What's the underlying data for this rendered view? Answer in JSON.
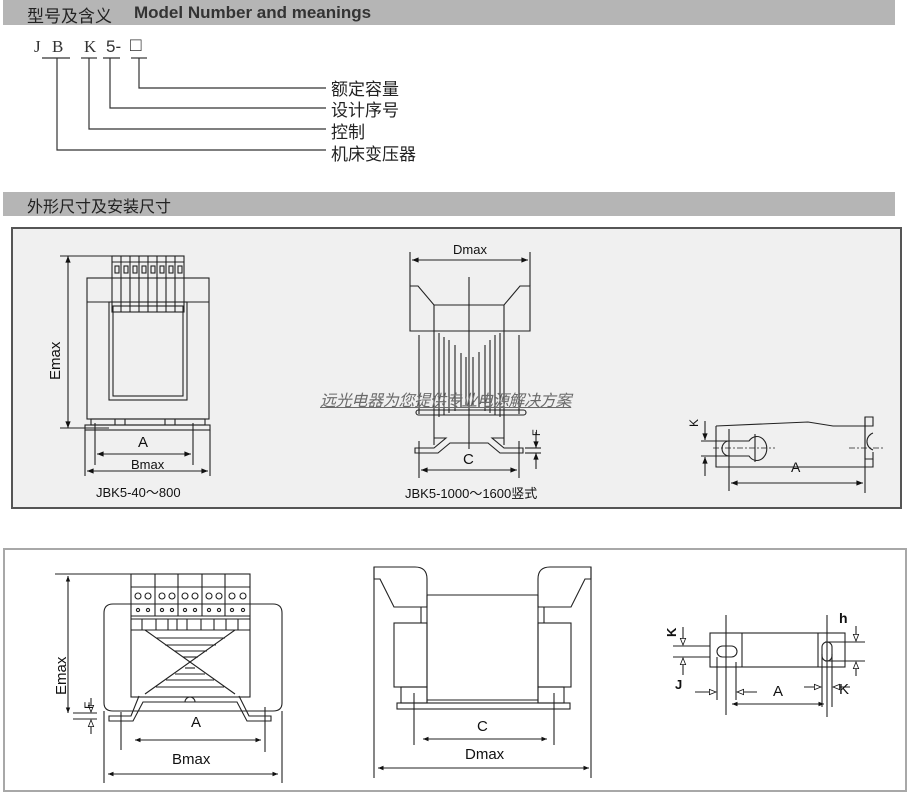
{
  "section_model": {
    "title_cn": "型号及含义",
    "title_en": "Model Number and meanings",
    "code_chars": [
      "J",
      "B",
      "K",
      "5-",
      "□"
    ],
    "meanings": [
      "额定容量",
      "设计序号",
      "控制",
      "机床变压器"
    ]
  },
  "section_dims": {
    "title_cn": "外形尺寸及安装尺寸"
  },
  "box_top": {
    "fig1": {
      "emax": "Emax",
      "a": "A",
      "bmax": "Bmax",
      "caption": "JBK5-40～800"
    },
    "fig2": {
      "dmax": "Dmax",
      "c": "C",
      "f": "F",
      "caption": "JBK5-1000～1600竖式"
    },
    "fig3": {
      "k": "K",
      "a": "A"
    },
    "watermark": "远光电器为您提供专业电源解决方案"
  },
  "box_bottom": {
    "fig1": {
      "emax": "Emax",
      "f": "F",
      "a": "A",
      "bmax": "Bmax"
    },
    "fig2": {
      "c": "C",
      "dmax": "Dmax"
    },
    "fig3": {
      "k_left": "K",
      "j": "J",
      "a": "A",
      "h": "h",
      "k_right": "K"
    }
  },
  "colors": {
    "header_bar": "#b5b5b5",
    "box_top_bg": "#f0f0f0",
    "box_bottom_bg": "#ffffff",
    "line": "#222222"
  }
}
